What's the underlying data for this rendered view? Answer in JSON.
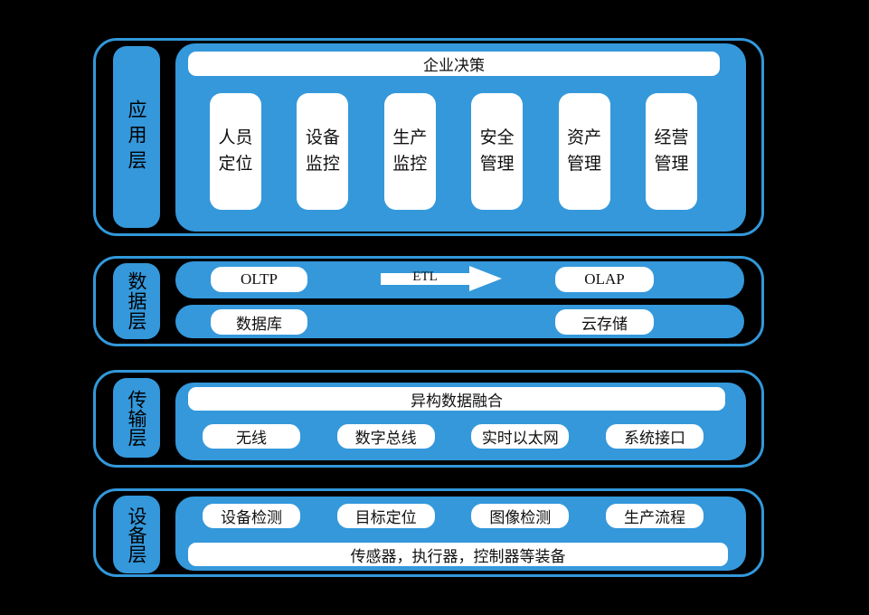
{
  "colors": {
    "background": "#000000",
    "blue_fill": "#3498db",
    "blue_border": "#3298da",
    "box_white": "#ffffff",
    "text": "#111111"
  },
  "layers": {
    "application": {
      "label": "应用层",
      "banner": "企业决策",
      "modules": [
        {
          "label": "人员\n定位"
        },
        {
          "label": "设备\n监控"
        },
        {
          "label": "生产\n监控"
        },
        {
          "label": "安全\n管理"
        },
        {
          "label": "资产\n管理"
        },
        {
          "label": "经营\n管理"
        }
      ]
    },
    "data": {
      "label": "数据层",
      "row1": {
        "left_box": "OLTP",
        "arrow_label": "ETL",
        "right_box": "OLAP"
      },
      "row2": {
        "left_box": "数据库",
        "right_box": "云存储"
      }
    },
    "transmission": {
      "label": "传输层",
      "banner": "异构数据融合",
      "modules": [
        "无线",
        "数字总线",
        "实时以太网",
        "系统接口"
      ]
    },
    "device": {
      "label": "设备层",
      "modules": [
        "设备检测",
        "目标定位",
        "图像检测",
        "生产流程"
      ],
      "banner": "传感器，执行器，控制器等装备"
    }
  }
}
